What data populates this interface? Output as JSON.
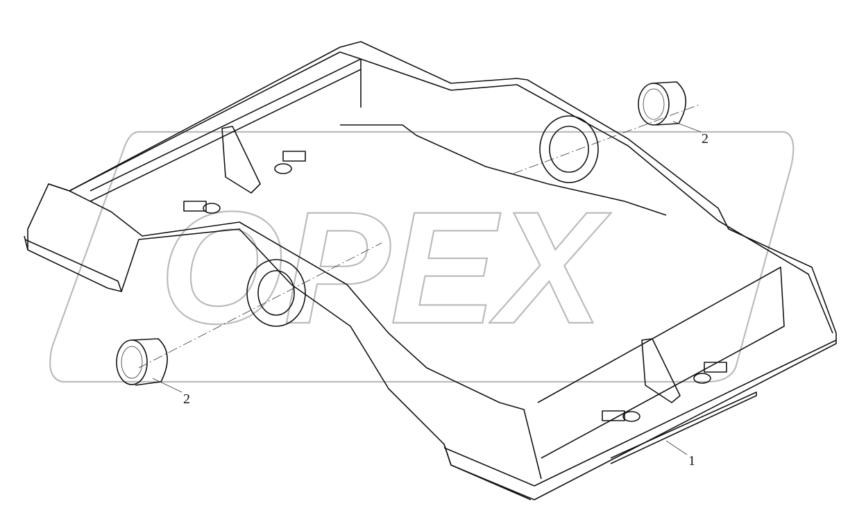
{
  "diagram": {
    "watermark": "OPEX",
    "callouts": [
      {
        "label": "1",
        "part": "frame"
      },
      {
        "label": "2",
        "part": "bushing"
      },
      {
        "label": "2",
        "part": "bushing"
      }
    ]
  }
}
